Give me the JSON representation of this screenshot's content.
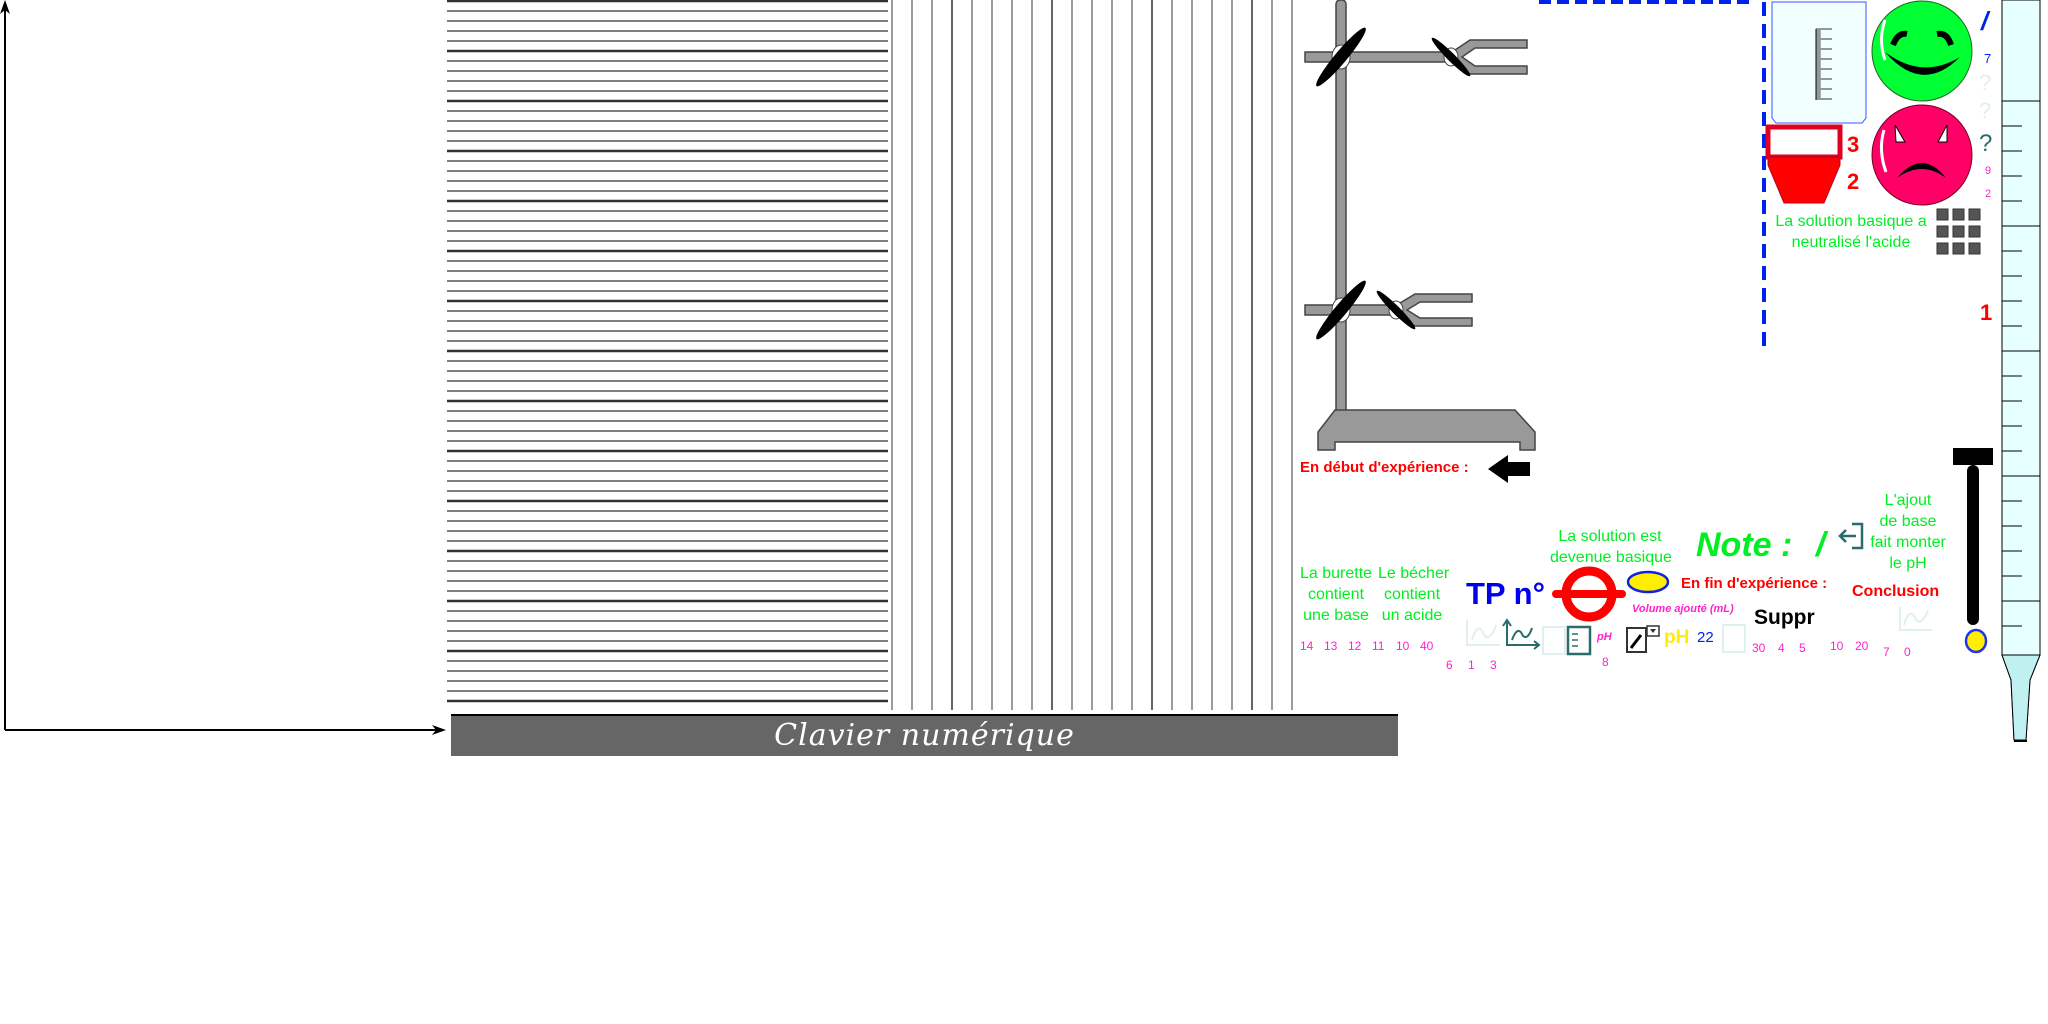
{
  "keypad": {
    "label": "Clavier numérique"
  },
  "left_panel": {
    "burette_text": [
      "La burette",
      "contient",
      "une base"
    ],
    "becher_text": [
      "Le bécher",
      "contient",
      "un acide"
    ],
    "ph_values_row1": [
      "14",
      "13",
      "12",
      "11",
      "10",
      "40"
    ],
    "ph_values_row2": [
      "6",
      "1",
      "3"
    ]
  },
  "header": {
    "tp_label": "TP n°"
  },
  "solution_basique": [
    "La solution est",
    "devenue basique"
  ],
  "note": {
    "label": "Note :",
    "separator": "/"
  },
  "ajout_base": [
    "L'ajout",
    "de base",
    "fait monter",
    "le pH"
  ],
  "experience": {
    "debut": "En début d'expérience :",
    "fin": "En fin d'expérience :"
  },
  "conclusion": "Conclusion",
  "volume_label": "Volume ajouté (mL)",
  "suppr_button": "Suppr",
  "toolbar": {
    "ph_italic": "pH",
    "ph_italic_value": "8",
    "ph_yellow": "pH",
    "value_22": "22",
    "numbers_a": [
      "30",
      "4",
      "5"
    ],
    "numbers_b": [
      "10",
      "20"
    ],
    "numbers_c": [
      "7",
      "0"
    ]
  },
  "right_panel": {
    "score_slash": "/",
    "score_value": "7",
    "question_marks": [
      "?",
      "?",
      "?"
    ],
    "small_numbers": [
      "9",
      "2"
    ],
    "container_numbers": [
      "3",
      "2"
    ],
    "neutralise_text": [
      "La solution basique a",
      "neutralisé l'acide"
    ],
    "burette_mark": "1"
  },
  "colors": {
    "green": "#00ee22",
    "red": "#ff0000",
    "blue": "#0000ee",
    "pink": "#ff22cc",
    "teal": "#2a6b6b",
    "burette_fill": "#e6ffff"
  }
}
